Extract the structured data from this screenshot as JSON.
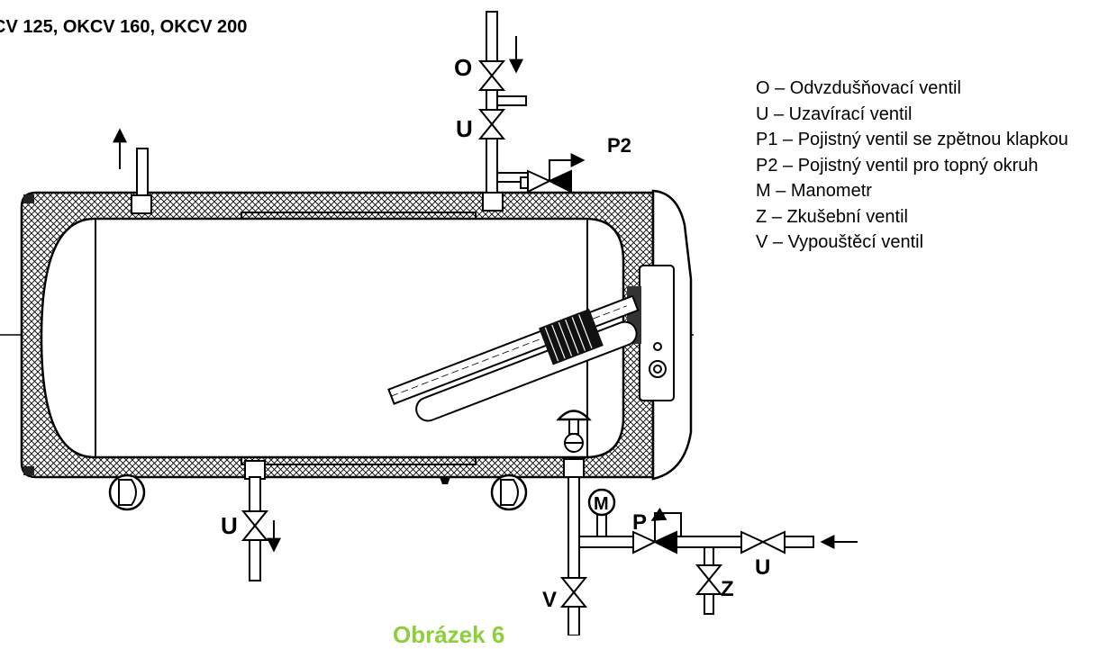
{
  "title": "CV 125, OKCV 160,  OKCV 200",
  "caption": "Obrázek 6",
  "legend": [
    "O – Odvzdušňovací ventil",
    "U – Uzavírací ventil",
    "P1 – Pojistný ventil se zpětnou klapkou",
    "P2 – Pojistný ventil pro topný okruh",
    "M – Manometr",
    "Z – Zkušební ventil",
    "V – Vypouštěcí ventil"
  ],
  "diagram_labels": {
    "o_top": "O",
    "u_top": "U",
    "p2": "P2",
    "u_bottom_left": "U",
    "manometer": "M",
    "p_safety": "P",
    "u_inlet": "U",
    "z_test": "Z",
    "v_drain": "V"
  },
  "colors": {
    "caption": "#8ccf3a",
    "insulation_hatch": "#000000",
    "line": "#000000"
  }
}
